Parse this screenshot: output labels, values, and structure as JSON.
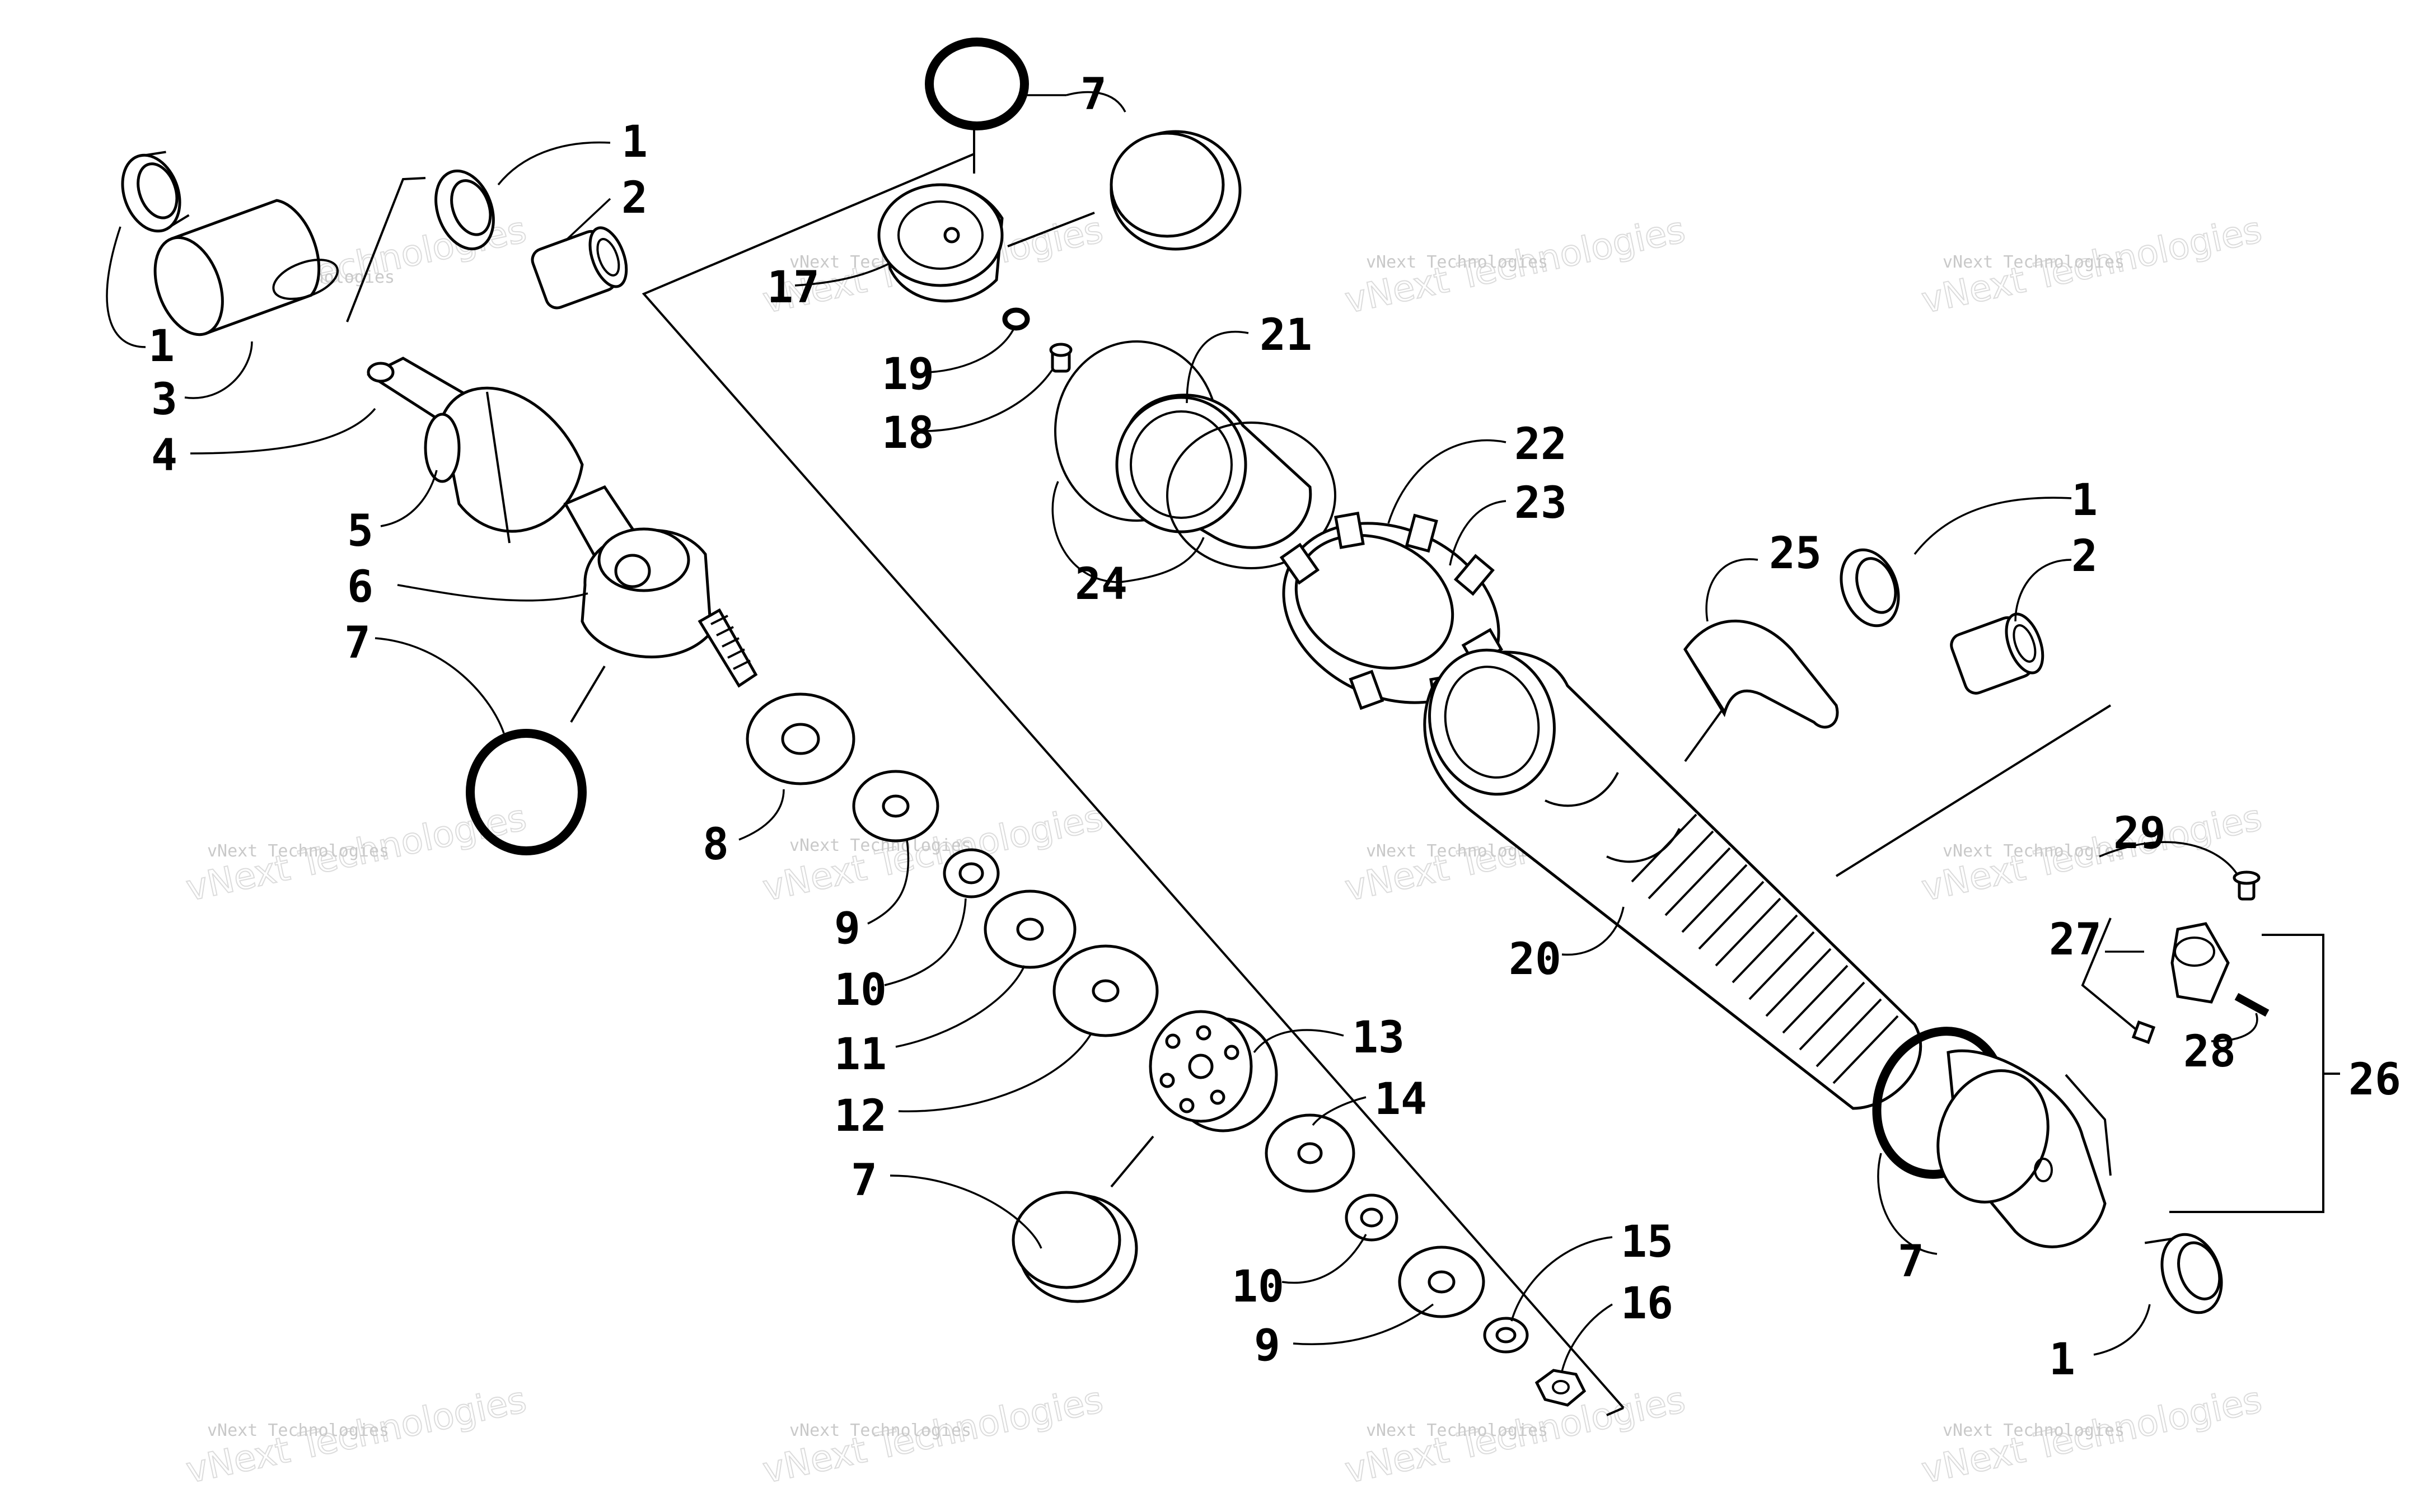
{
  "watermark": {
    "small": "vNext Technologies",
    "big": "vNext Technologies"
  },
  "callouts": [
    {
      "id": "c1a",
      "text": "1"
    },
    {
      "id": "c1b",
      "text": "1"
    },
    {
      "id": "c1c",
      "text": "1"
    },
    {
      "id": "c1d",
      "text": "1"
    },
    {
      "id": "c2a",
      "text": "2"
    },
    {
      "id": "c2b",
      "text": "2"
    },
    {
      "id": "c3",
      "text": "3"
    },
    {
      "id": "c4",
      "text": "4"
    },
    {
      "id": "c5",
      "text": "5"
    },
    {
      "id": "c6",
      "text": "6"
    },
    {
      "id": "c7a",
      "text": "7"
    },
    {
      "id": "c7b",
      "text": "7"
    },
    {
      "id": "c7c",
      "text": "7"
    },
    {
      "id": "c7d",
      "text": "7"
    },
    {
      "id": "c8",
      "text": "8"
    },
    {
      "id": "c9a",
      "text": "9"
    },
    {
      "id": "c9b",
      "text": "9"
    },
    {
      "id": "c10a",
      "text": "10"
    },
    {
      "id": "c10b",
      "text": "10"
    },
    {
      "id": "c11",
      "text": "11"
    },
    {
      "id": "c12",
      "text": "12"
    },
    {
      "id": "c13",
      "text": "13"
    },
    {
      "id": "c14",
      "text": "14"
    },
    {
      "id": "c15",
      "text": "15"
    },
    {
      "id": "c16",
      "text": "16"
    },
    {
      "id": "c17",
      "text": "17"
    },
    {
      "id": "c18",
      "text": "18"
    },
    {
      "id": "c19",
      "text": "19"
    },
    {
      "id": "c20",
      "text": "20"
    },
    {
      "id": "c21",
      "text": "21"
    },
    {
      "id": "c22",
      "text": "22"
    },
    {
      "id": "c23",
      "text": "23"
    },
    {
      "id": "c24",
      "text": "24"
    },
    {
      "id": "c25",
      "text": "25"
    },
    {
      "id": "c26",
      "text": "26"
    },
    {
      "id": "c27",
      "text": "27"
    },
    {
      "id": "c28",
      "text": "28"
    },
    {
      "id": "c29",
      "text": "29"
    }
  ]
}
